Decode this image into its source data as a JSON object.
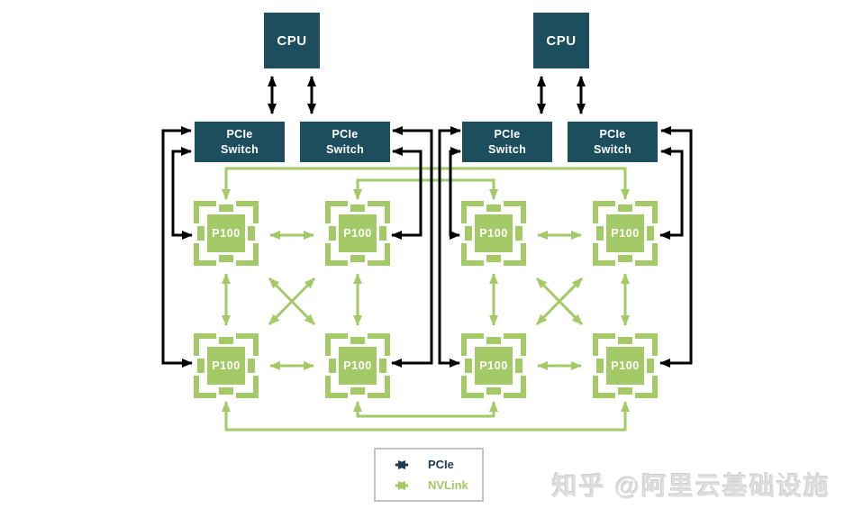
{
  "diagram": {
    "cpu": {
      "label": "CPU",
      "count": 2
    },
    "pcie_switch": {
      "label_line1": "PCIe",
      "label_line2": "Switch",
      "count": 4
    },
    "gpu": {
      "label": "P100",
      "count": 8
    }
  },
  "legend": {
    "items": [
      {
        "label": "PCIe",
        "color": "#1e3d4f"
      },
      {
        "label": "NVLink",
        "color": "#a4ca68"
      }
    ]
  },
  "watermark": "知乎 @阿里云基础设施",
  "colors": {
    "box_teal": "#1d4e5e",
    "nvlink_green": "#a4ca68",
    "pcie_black": "#000000",
    "legend_pcie": "#1e3d4f",
    "legend_border": "#c4c4c4",
    "watermark_gray": "#dedede"
  }
}
